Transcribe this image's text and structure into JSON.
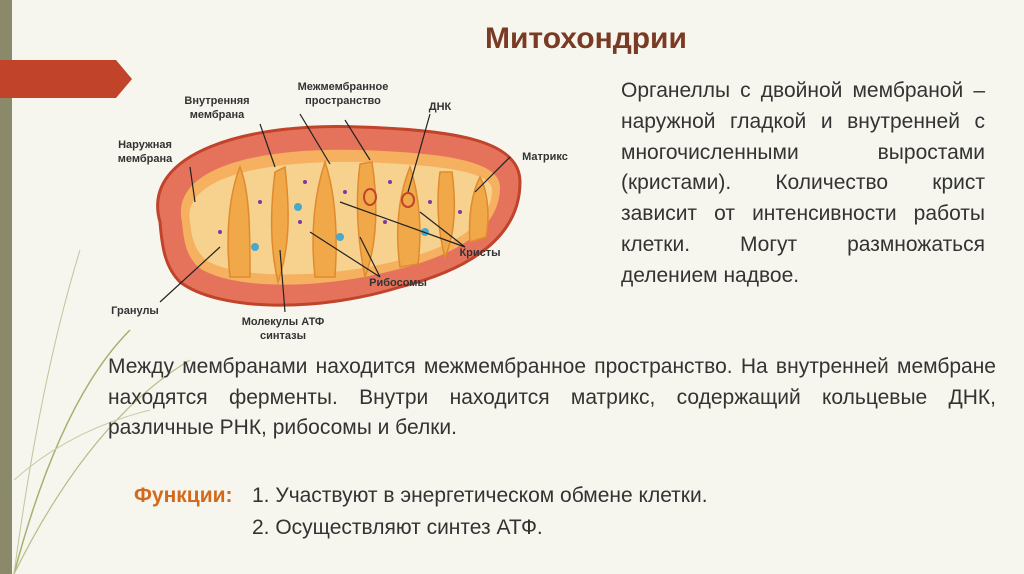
{
  "title": "Митохондрии",
  "diagram_labels": {
    "inner_membrane": "Внутренняя мембрана",
    "intermembrane_space": "Межмембранное пространство",
    "dna": "ДНК",
    "outer_membrane": "Наружная мембрана",
    "matrix": "Матрикс",
    "cristae": "Кристы",
    "granules": "Гранулы",
    "ribosomes": "Рибосомы",
    "atp_molecules": "Молекулы АТФ синтазы"
  },
  "side_text": "Органеллы с двойной мембраной – наружной гладкой и внутренней с многочисленными выростами (кристами). Количество крист зависит от интенсивности работы клетки. Могут размножаться делением надвое.",
  "main_text": "Между мембранами находится межмембранное пространство. На внутренней мембране находятся ферменты. Внутри находится матрикс, содержащий кольцевые ДНК, различные РНК, рибосомы и белки.",
  "functions": {
    "label": "Функции:",
    "items": [
      "1. Участвуют в энергетическом обмене клетки.",
      "2. Осуществляют синтез АТФ."
    ]
  },
  "colors": {
    "accent": "#c0432a",
    "title": "#7a3a24",
    "functions_label": "#d2691e"
  }
}
